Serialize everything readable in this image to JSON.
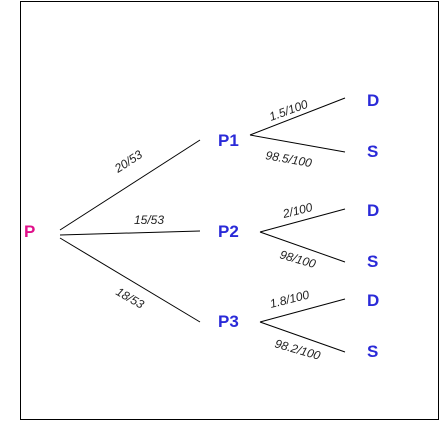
{
  "colors": {
    "root": "#e0108a",
    "node": "#2a2ad8",
    "edge": "#000000"
  },
  "nodes": {
    "root": "P",
    "p1": "P1",
    "p2": "P2",
    "p3": "P3",
    "d1": "D",
    "s1": "S",
    "d2": "D",
    "s2": "S",
    "d3": "D",
    "s3": "S"
  },
  "probabilities": {
    "p_p1": "20/53",
    "p_p2": "15/53",
    "p_p3": "18/53",
    "p1_d": "1.5/100",
    "p1_s": "98.5/100",
    "p2_d": "2/100",
    "p2_s": "98/100",
    "p3_d": "1.8/100",
    "p3_s": "98.2/100"
  }
}
